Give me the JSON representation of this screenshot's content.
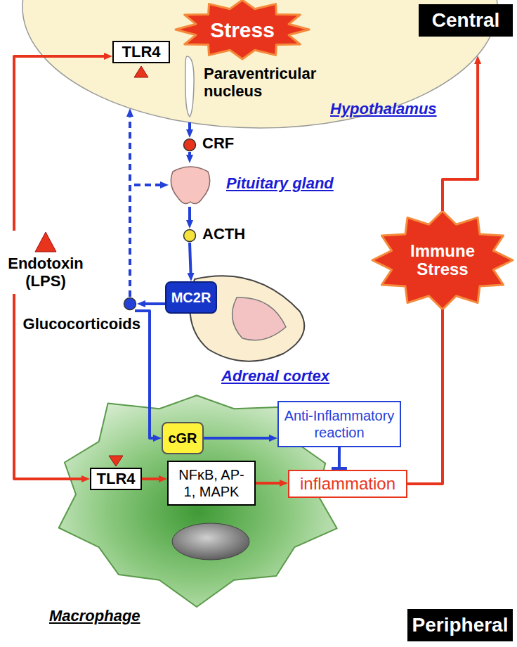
{
  "diagram": {
    "nodes": [
      {
        "text": [
          "Stress"
        ]
      },
      {
        "text": [
          "Central"
        ]
      },
      {
        "text": [
          "Paraventricular nucleus"
        ]
      },
      {
        "text": [
          "TLR4"
        ],
        "in": 2
      },
      {
        "text": [
          "CRF"
        ]
      },
      {
        "text": [
          "Pituitary gland"
        ]
      },
      {
        "text": [
          "ACTH"
        ]
      },
      {
        "text": [
          "Immune Stress"
        ]
      },
      {
        "text": [
          "Endotoxin (LPS)"
        ]
      },
      {
        "text": [
          "Glucocorticoids"
        ]
      },
      {
        "text": [
          "Adrenal cortex"
        ]
      },
      {
        "text": [
          "MC2R"
        ],
        "in": 10
      },
      {
        "text": [
          "Macrophage"
        ]
      },
      {
        "text": [
          "cGR"
        ],
        "in": 12
      },
      {
        "text": [
          "Anti-Inflammatory reaction"
        ]
      },
      {
        "text": [
          "TLR4"
        ],
        "in": 12
      },
      {
        "text": [
          "NFκB, AP-1, MAPK"
        ],
        "in": 12
      },
      {
        "text": [
          "inflammation"
        ]
      },
      {
        "text": [
          "Peripheral"
        ]
      }
    ],
    "edges": [
      {
        "from": 2,
        "to": 4,
        "arrow": "to"
      },
      {
        "from": 4,
        "to": 5,
        "arrow": "to"
      },
      {
        "from": 5,
        "to": 6,
        "arrow": "to"
      },
      {
        "from": 6,
        "to": 11,
        "arrow": "to"
      },
      {
        "from": 11,
        "to": 9,
        "arrow": "to"
      },
      {
        "from": 9,
        "to": 2,
        "arrow": "to"
      },
      {
        "from": 9,
        "to": 5,
        "arrow": "to"
      },
      {
        "from": 9,
        "to": 13,
        "arrow": "to"
      },
      {
        "from": 8,
        "to": 3,
        "arrow": "to"
      },
      {
        "from": 8,
        "to": 15,
        "arrow": "to"
      },
      {
        "from": 15,
        "to": 16,
        "arrow": "to"
      },
      {
        "from": 16,
        "to": 17,
        "arrow": "to"
      },
      {
        "from": 13,
        "to": 14,
        "arrow": "to"
      },
      {
        "from": 14,
        "to": 17,
        "arrow": "to"
      },
      {
        "from": 17,
        "to": 7,
        "arrow": "none"
      },
      {
        "from": 7,
        "to": 2,
        "arrow": "to"
      }
    ],
    "labels": [
      "Hypothalamus"
    ]
  }
}
